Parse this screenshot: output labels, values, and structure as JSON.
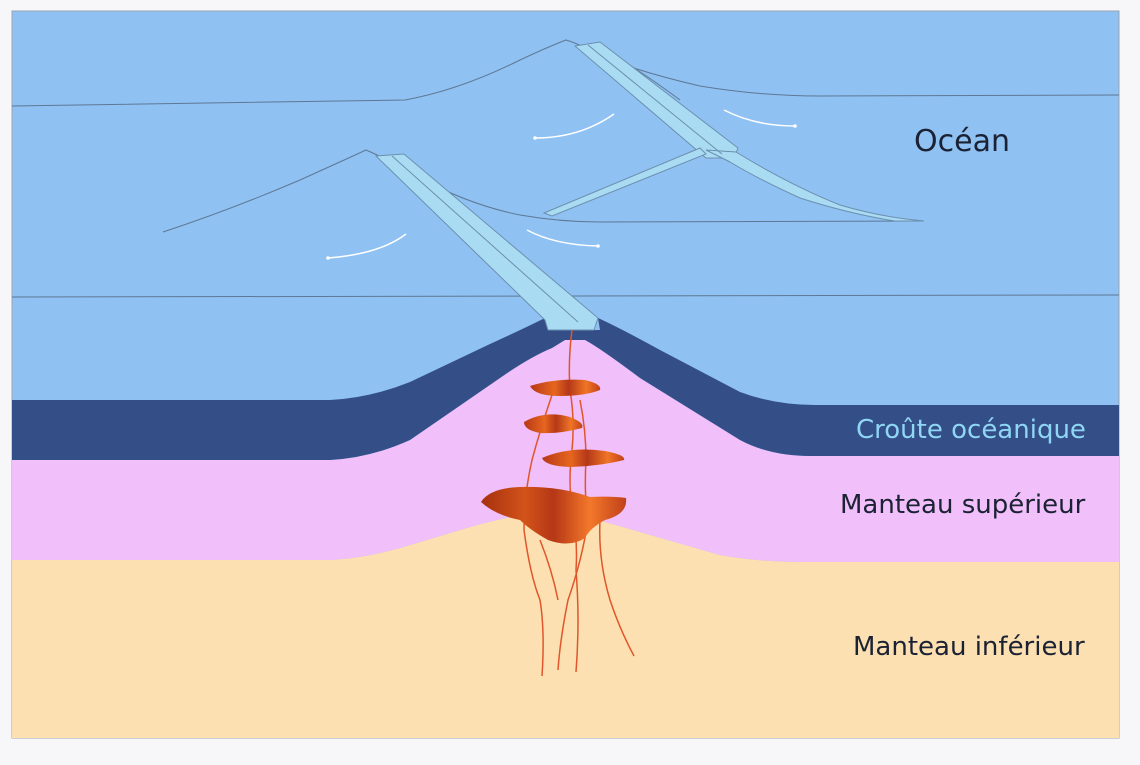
{
  "labels": {
    "ocean": "Océan",
    "oceanic_crust": "Croûte océanique",
    "upper_mantle": "Manteau supérieur",
    "lower_mantle": "Manteau inférieur"
  },
  "colors": {
    "background": "#f7f6f8",
    "ocean": "#8fc1f2",
    "oceanic_crust": "#344e88",
    "upper_mantle": "#f1bff9",
    "lower_mantle": "#fce0b1",
    "magma": "#c3421c",
    "magma_highlight": "#f06a24",
    "volcanic_conduit": "#a9dcf2",
    "ocean_label_text": "#1b2233",
    "crust_label_text": "#8fd6f4"
  }
}
